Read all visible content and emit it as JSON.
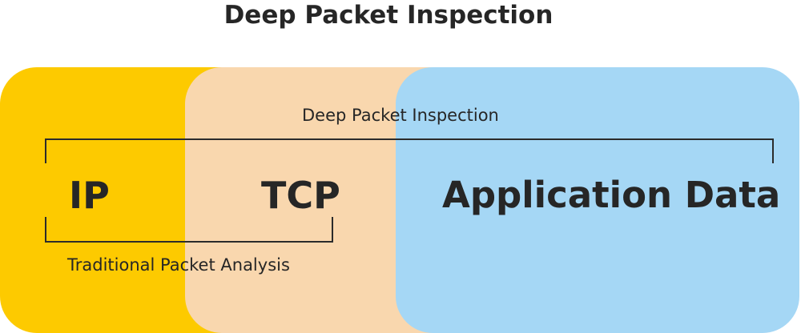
{
  "title": "Deep Packet Inspection",
  "colors": {
    "ip_block": "#fdca00",
    "tcp_block": "#f9d7ae",
    "app_block": "#a5d7f5",
    "text": "#262626",
    "bracket": "#2b2b2b"
  },
  "layers": {
    "ip": "IP",
    "tcp": "TCP",
    "application": "Application Data"
  },
  "brackets": {
    "deep_packet_inspection": "Deep Packet Inspection",
    "traditional_packet_analysis": "Traditional Packet Analysis"
  }
}
